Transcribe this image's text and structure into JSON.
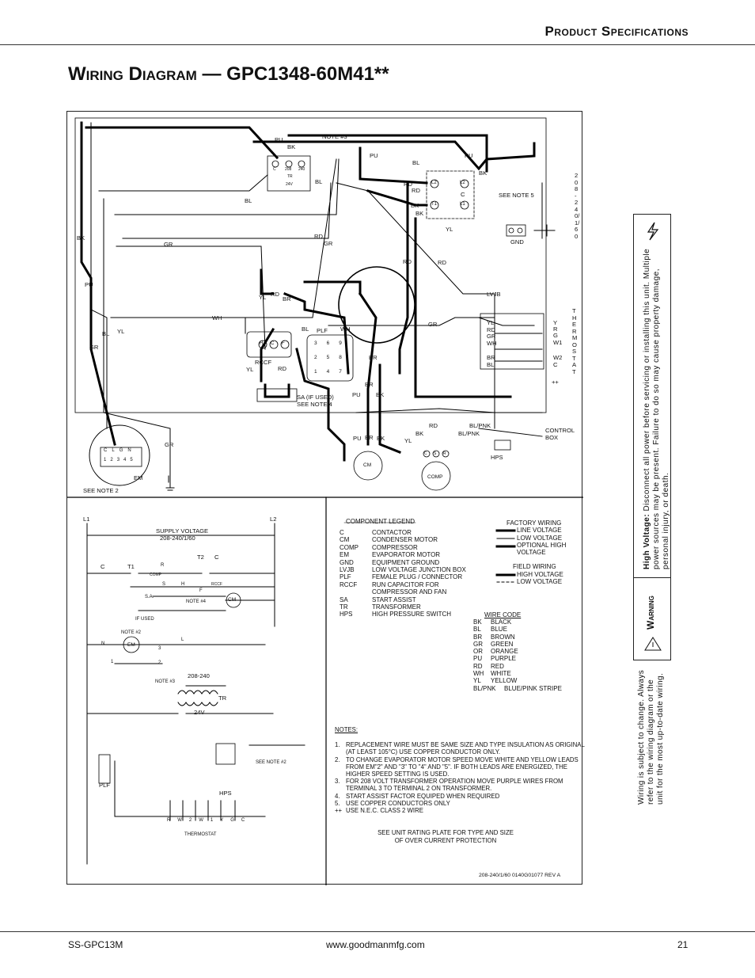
{
  "header": {
    "section_title": "Product Specifications"
  },
  "page_title": "Wiring Diagram — GPC1348-60M41**",
  "diagram": {
    "upper_labels": {
      "note3": "NOTE #3",
      "pu": "PU",
      "bk": "BK",
      "bl": "BL",
      "gr": "GR",
      "rd": "RD",
      "yl": "YL",
      "br": "BR",
      "wh": "WH",
      "tr_c": "C",
      "tr_208": "208",
      "tr_240": "240",
      "tr_tr": "TR",
      "tr_24v": "24V",
      "contactor_c": "C",
      "l1": "L1",
      "l2": "L2",
      "t1": "T1",
      "t2": "T2",
      "see_note5": "SEE NOTE 5",
      "voltage_vertical": "208-240/1/60",
      "gnd": "GND",
      "lvjb": "LVJB",
      "thermostat_vertical": "THERMOSTAT",
      "term_y": "Y",
      "term_r": "R",
      "term_g": "G",
      "term_w1": "W1",
      "term_w2": "W2",
      "term_c": "C",
      "plusplus": "++",
      "rccf": "RCCF",
      "plf": "PLF",
      "sa": "SA (IF USED)",
      "see_note4": "SEE NOTE 4",
      "cm": "CM",
      "comp": "COMP",
      "hps": "HPS",
      "bl_pnk": "BL/PNK",
      "control_box": "CONTROL BOX",
      "em": "EM",
      "see_note2": "SEE NOTE 2",
      "rccf_h": "H",
      "rccf_c": "C",
      "rccf_f": "F",
      "comp_c": "C",
      "comp_s": "S",
      "comp_r": "R",
      "plf_pins": [
        "3",
        "6",
        "9",
        "2",
        "5",
        "8",
        "1",
        "4",
        "7"
      ],
      "em_top": [
        "C",
        "L",
        "G",
        "N"
      ],
      "em_bot": [
        "1",
        "2",
        "3",
        "4",
        "5"
      ]
    },
    "ladder": {
      "l1": "L1",
      "l2": "L2",
      "supply_voltage": "SUPPLY VOLTAGE",
      "supply_rating": "208-240/1/60",
      "c": "C",
      "t1": "T1",
      "t2": "T2",
      "r": "R",
      "s": "S",
      "h": "H",
      "f": "F",
      "comp": "COMP",
      "rccf": "RCCF",
      "cm": "CM",
      "sa": "S.A.",
      "note4": "NOTE #4",
      "if_used": "IF USED",
      "note2": "NOTE #2",
      "em": "EM",
      "n": "N",
      "l": "L",
      "one": "1",
      "three": "3",
      "two": "2",
      "v208_240": "208-240",
      "note3": "NOTE #3",
      "tr": "TR",
      "v24": "24V",
      "see_note2": "SEE NOTE #2",
      "hps": "HPS",
      "plf": "PLF",
      "thermostat": "THERMOSTAT",
      "thermostat_terms": [
        "R",
        "W2",
        "W1",
        "Y",
        "G",
        "C"
      ]
    },
    "component_legend": {
      "title": "COMPONENT LEGEND",
      "items": [
        [
          "C",
          "CONTACTOR"
        ],
        [
          "CM",
          "CONDENSER MOTOR"
        ],
        [
          "COMP",
          "COMPRESSOR"
        ],
        [
          "EM",
          "EVAPORATOR MOTOR"
        ],
        [
          "GND",
          "EQUIPMENT GROUND"
        ],
        [
          "LVJB",
          "LOW VOLTAGE JUNCTION BOX"
        ],
        [
          "PLF",
          "FEMALE PLUG / CONNECTOR"
        ],
        [
          "RCCF",
          "RUN CAPACITOR FOR"
        ],
        [
          "",
          "COMPRESSOR AND FAN"
        ],
        [
          "SA",
          "START ASSIST"
        ],
        [
          "TR",
          "TRANSFORMER"
        ],
        [
          "HPS",
          "HIGH PRESSURE SWITCH"
        ]
      ]
    },
    "factory_wiring": {
      "title": "FACTORY WIRING",
      "line_voltage": "LINE VOLTAGE",
      "low_voltage": "LOW VOLTAGE",
      "optional_high_voltage": "OPTIONAL HIGH VOLTAGE"
    },
    "field_wiring": {
      "title": "FIELD WIRING",
      "high_voltage": "HIGH VOLTAGE",
      "low_voltage": "LOW VOLTAGE"
    },
    "wire_code": {
      "title": "WIRE CODE",
      "items": [
        [
          "BK",
          "BLACK"
        ],
        [
          "BL",
          "BLUE"
        ],
        [
          "BR",
          "BROWN"
        ],
        [
          "GR",
          "GREEN"
        ],
        [
          "OR",
          "ORANGE"
        ],
        [
          "PU",
          "PURPLE"
        ],
        [
          "RD",
          "RED"
        ],
        [
          "WH",
          "WHITE"
        ],
        [
          "YL",
          "YELLOW"
        ],
        [
          "BL/PNK",
          "BLUE/PINK STRIPE"
        ]
      ]
    },
    "notes": {
      "title": "NOTES:",
      "items": [
        [
          "1.",
          "REPLACEMENT WIRE MUST BE SAME SIZE AND TYPE INSULATION AS ORIGINAL (AT  LEAST 105°C) USE COPPER CONDUCTOR ONLY."
        ],
        [
          "2.",
          "TO CHANGE EVAPORATOR MOTOR SPEED MOVE WHITE AND YELLOW LEADS FROM EM\"2\" AND \"3\" TO \"4\" AND \"5\". IF BOTH LEADS ARE ENERGIZED, THE HIGHER SPEED  SETTING IS USED."
        ],
        [
          "3.",
          "FOR 208 VOLT TRANSFORMER OPERATION MOVE PURPLE WIRES FROM TERMINAL 3  TO TERMINAL 2 ON TRANSFORMER."
        ],
        [
          "4.",
          "START ASSIST FACTOR EQUIPED WHEN REQUIRED"
        ],
        [
          "5.",
          "USE COPPER CONDUCTORS ONLY"
        ],
        [
          "++",
          "USE N.E.C. CLASS 2 WIRE"
        ]
      ]
    },
    "rating_plate": "SEE UNIT RATING PLATE FOR TYPE AND SIZE OF OVER CURRENT PROTECTION",
    "part_number": "208-240/1/60   0140G01077  REV A"
  },
  "warning": {
    "heading": "Warning",
    "lead": "High Voltage:",
    "text": "Disconnect all power before servicing or installing this unit. Multiple power sources may be present. Failure to do so may cause property damage, personal injury, or death.",
    "subject_to_change": "Wiring is subject to change. Always refer to the wiring diagram or the unit for the most up-to-date wiring."
  },
  "footer": {
    "doc_id": "SS-GPC13M",
    "url": "www.goodmanmfg.com",
    "page": "21"
  }
}
